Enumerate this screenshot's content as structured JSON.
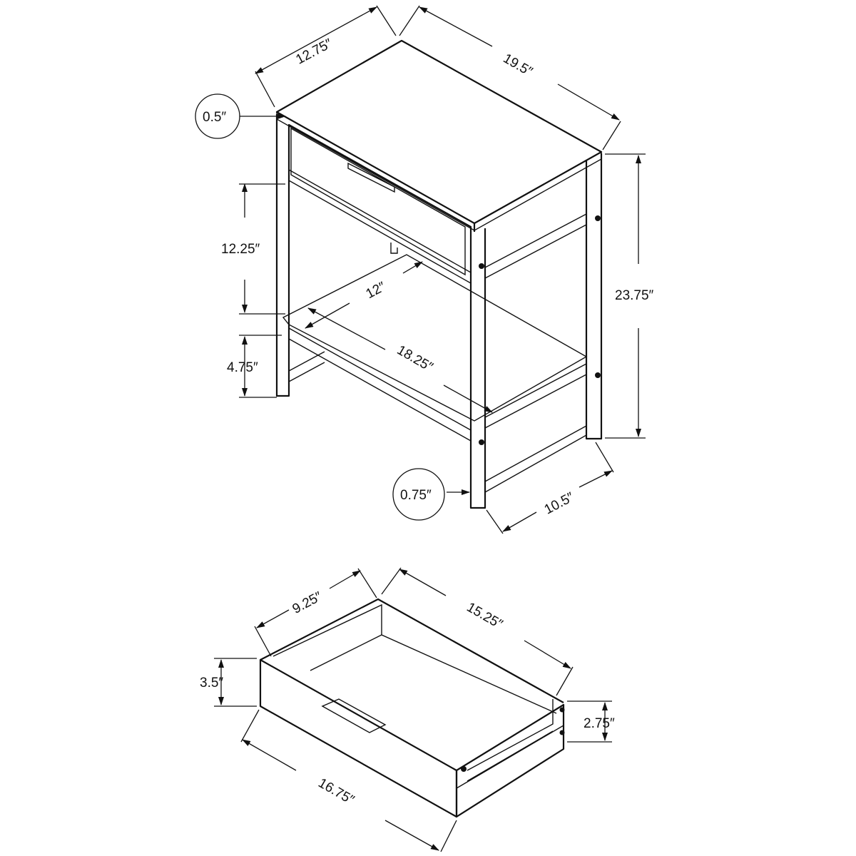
{
  "table_dimensions": {
    "depth_top": "12.75″",
    "width_top": "19.5″",
    "top_thickness": "0.5″",
    "drawer_to_shelf_height": "12.25″",
    "shelf_depth": "12″",
    "overall_height": "23.75″",
    "shelf_width": "18.25″",
    "shelf_clearance": "4.75″",
    "leg_thickness": "0.75″",
    "base_depth": "10.5″"
  },
  "drawer_dimensions": {
    "depth": "9.25″",
    "width_inner": "15.25″",
    "front_height": "3.5″",
    "side_height": "2.75″",
    "front_width": "16.75″"
  },
  "colors": {
    "line": "#111111",
    "background": "#ffffff"
  }
}
